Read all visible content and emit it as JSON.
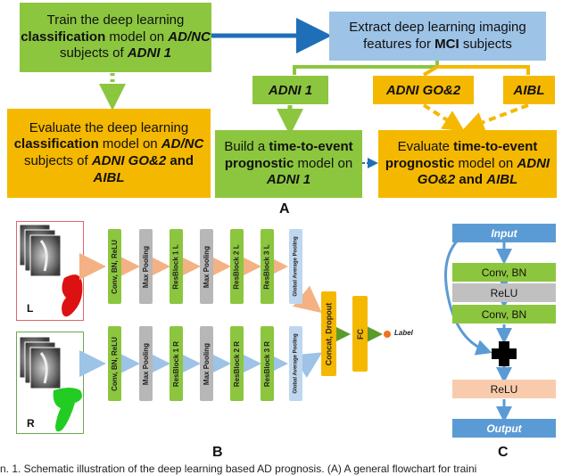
{
  "panelA": {
    "train_pre": "Train the deep learning ",
    "train_b1": "classification",
    "train_mid": " model on ",
    "train_b2": "AD/NC",
    "train_mid2": " subjects of ",
    "train_b3": "ADNI 1",
    "extract_pre": "Extract deep learning imaging features for ",
    "extract_b": "MCI",
    "extract_post": " subjects",
    "eval1_pre": "Evaluate the deep learning ",
    "eval1_b1": "classification",
    "eval1_mid": " model on ",
    "eval1_b2": "AD/NC",
    "eval1_mid2": " subjects of ",
    "eval1_b3": "ADNI GO&2",
    "eval1_and": " and ",
    "eval1_b4": "AIBL",
    "adni1": "ADNI 1",
    "adnigo2": "ADNI GO&2",
    "aibl": "AIBL",
    "build_pre": "Build a ",
    "build_b": "time-to-event prognostic",
    "build_post": " model on ",
    "build_b2": "ADNI 1",
    "eval2_pre": "Evaluate ",
    "eval2_b": "time-to-event prognostic",
    "eval2_post": " model on ",
    "eval2_b2": "ADNI GO&2",
    "eval2_and": " and ",
    "eval2_b3": "AIBL",
    "label": "A"
  },
  "panelB": {
    "side_L": "L",
    "side_R": "R",
    "row_L": [
      "Conv, BN, ReLU",
      "Max Pooling",
      "ResBlock 1 L",
      "Max Pooling",
      "ResBlock 2 L",
      "ResBlock 3 L",
      "Global Average Pooling"
    ],
    "row_R": [
      "Conv, BN, ReLU",
      "Max Pooling",
      "ResBlock 1 R",
      "Max Pooling",
      "ResBlock 2 R",
      "ResBlock 3 R",
      "Global Average Pooling"
    ],
    "concat": "Concat, Dropout",
    "fc": "FC",
    "output_label": "Label",
    "label": "B"
  },
  "panelC": {
    "input": "Input",
    "conv1": "Conv, BN",
    "relu1": "ReLU",
    "conv2": "Conv, BN",
    "relu2": "ReLU",
    "output": "Output",
    "label": "C"
  },
  "caption": "n. 1. Schematic illustration of the deep learning based AD prognosis. (A) A general flowchart for traini",
  "colors": {
    "green": "#8cc63f",
    "orange": "#f5b800",
    "light_blue": "#9dc3e6",
    "arrow_blue": "#1f6fb8",
    "left_hippocampus": "#dd1111",
    "right_hippocampus": "#22cc22",
    "label_dot": "#f07020"
  }
}
